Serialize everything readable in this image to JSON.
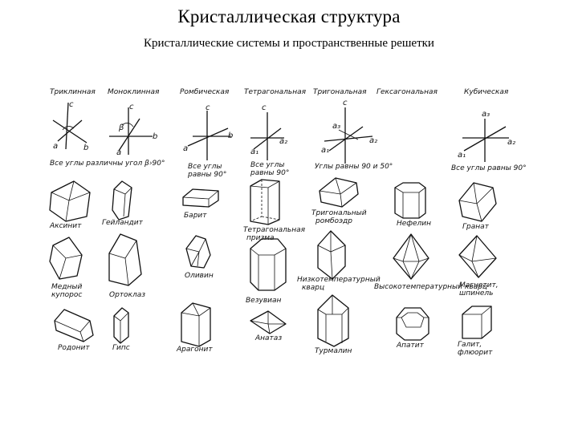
{
  "title": "Кристаллическая структура",
  "subtitle": "Кристаллические системы и пространственные решетки",
  "systems": [
    "Триклинная",
    "Моноклинная",
    "Ромбическая",
    "Тетрагональная",
    "Тригональная",
    "Гексагональная",
    "Кубическая"
  ],
  "axis_labels": {
    "c": "c",
    "a": "a",
    "b": "b",
    "beta": "β",
    "a1": "a₁",
    "a2": "a₂",
    "a3": "a₃"
  },
  "captions": {
    "triclinic": "Все углы различны",
    "monoclinic": "угол β›90°",
    "orthorhombic_1": "Все углы",
    "orthorhombic_2": "равны 90°",
    "tetragonal_1": "Все углы",
    "tetragonal_2": "равны 90°",
    "trigonal": "Углы равны 90 и 50°",
    "cubic": "Все углы равны 90°"
  },
  "minerals": {
    "axinite": "Аксинит",
    "heulandite": "Гейландит",
    "barite": "Барит",
    "tetragonal_prism_1": "Тетрагональная",
    "tetragonal_prism_2": "призма",
    "trigonal_rhombohedron_1": "Тригональный",
    "trigonal_rhombohedron_2": "ромбоэдр",
    "nepheline": "Нефелин",
    "garnet": "Гранат",
    "copper_vitriol_1": "Медный",
    "copper_vitriol_2": "купорос",
    "orthoclase": "Ортоклаз",
    "olivine": "Оливин",
    "vesuvianite": "Везувиан",
    "low_quartz_1": "Низкотемпературный",
    "low_quartz_2": "кварц",
    "high_quartz": "Высокотемпературный кварц",
    "magnetite_1": "Магнетит,",
    "magnetite_2": "шпинель",
    "rhodonite": "Родонит",
    "gypsum": "Гипс",
    "aragonite": "Арагонит",
    "anatase": "Анатаз",
    "tourmaline": "Турмалин",
    "apatite": "Апатит",
    "halite_1": "Галит,",
    "halite_2": "флюорит"
  }
}
